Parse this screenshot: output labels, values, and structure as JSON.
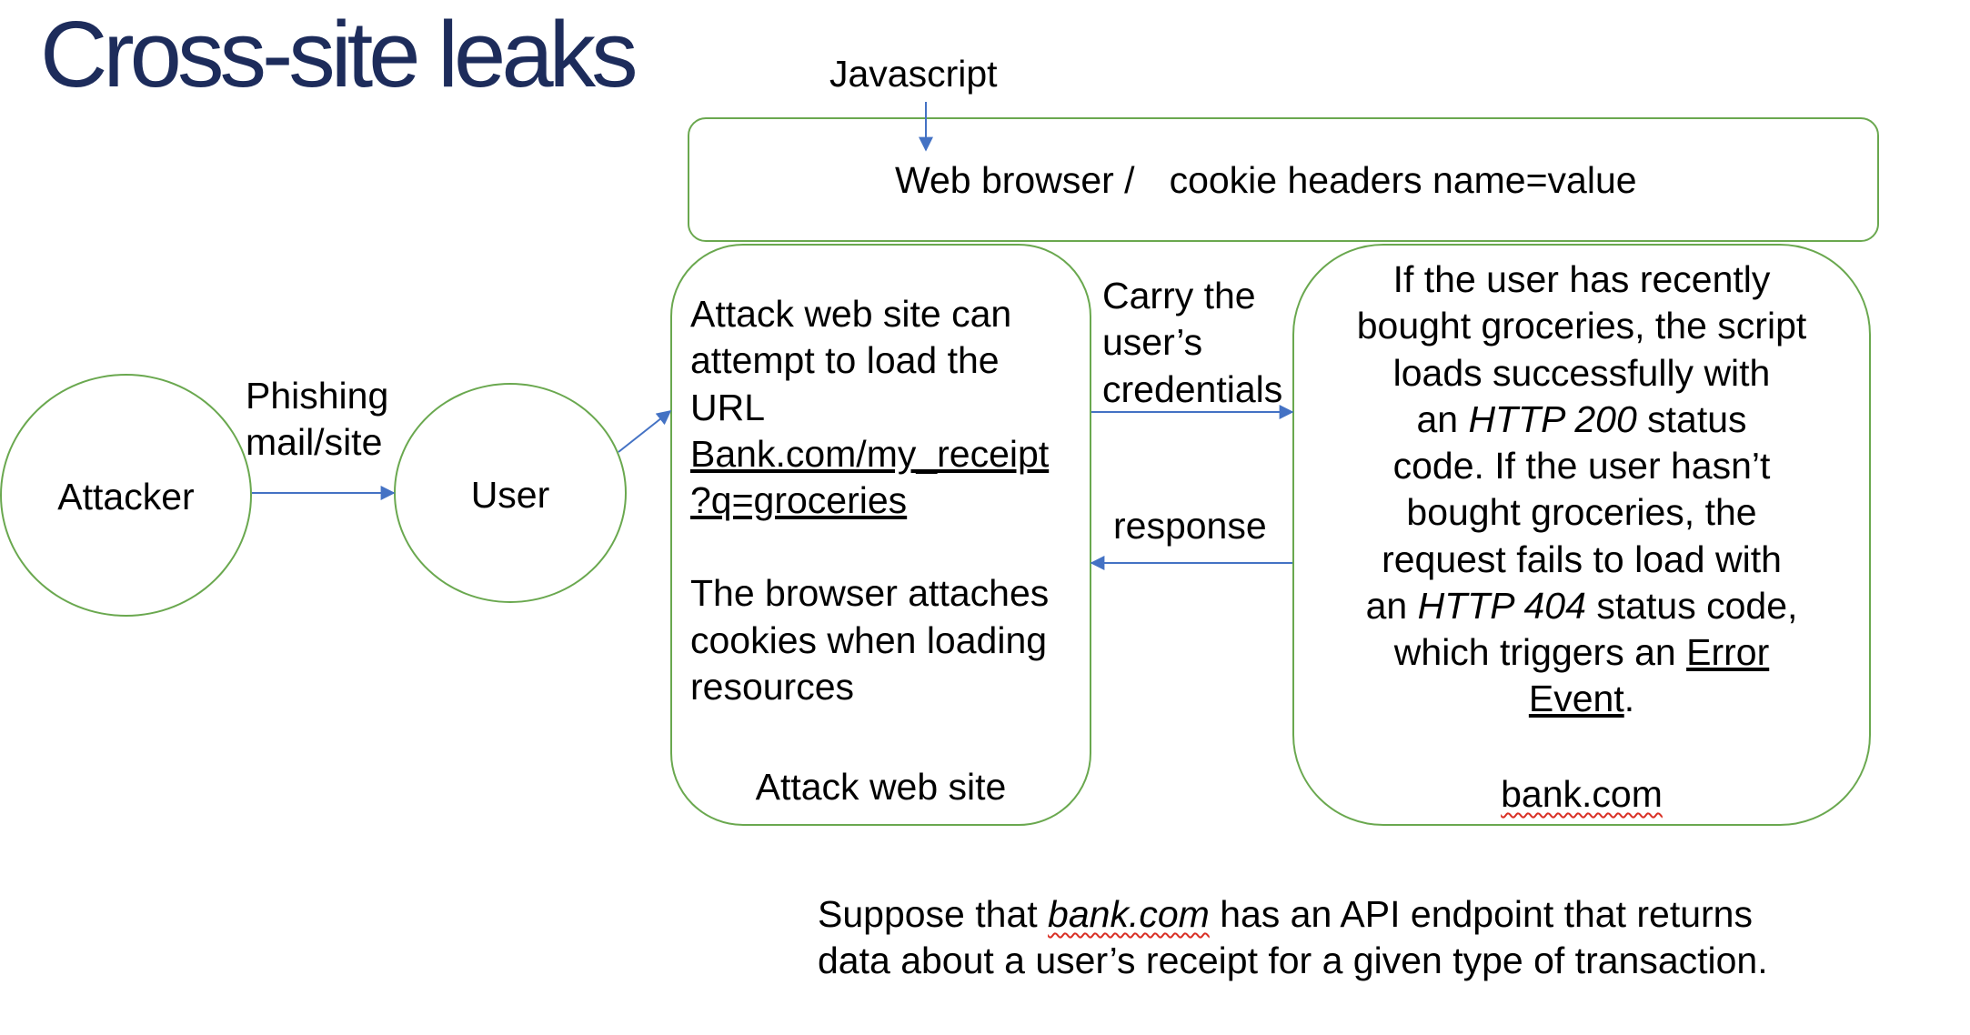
{
  "title": "Cross-site leaks",
  "nodes": {
    "attacker": "Attacker",
    "user": "User"
  },
  "edges": {
    "phishing": {
      "line1": "Phishing",
      "line2": "mail/site"
    },
    "javascript": "Javascript",
    "carry": {
      "line1": "Carry the",
      "line2": "user’s",
      "line3": "credentials"
    },
    "response": "response"
  },
  "browser": {
    "label_part1": "Web browser /",
    "label_part2": "cookie headers name=value"
  },
  "attack_site": {
    "l1": "Attack web site can",
    "l2": "attempt to load the",
    "l3": "URL",
    "url1": "Bank.com/my_receipt",
    "url2": "?q=groceries",
    "l4": "The browser attaches",
    "l5": "cookies when loading",
    "l6": "resources",
    "caption": "Attack web site"
  },
  "bank": {
    "l1": "If the user has recently",
    "l2": "bought groceries, the script",
    "l3": "loads successfully with",
    "l4_pre": "an ",
    "l4_em": "HTTP 200",
    "l4_post": " status",
    "l5": "code.  If the user hasn’t",
    "l6": "bought groceries, the",
    "l7": "request fails to load with",
    "l8_pre": "an ",
    "l8_em": "HTTP 404",
    "l8_post": " status code,",
    "l9_pre": "which triggers an ",
    "l9_link": "Error",
    "l10_link": "Event",
    "l10_post": ".",
    "caption": "bank.com"
  },
  "footnote": {
    "pre": "Suppose that ",
    "em": "bank.com",
    "post": "  has an API endpoint that returns",
    "line2": "data about a user’s receipt for a given type of transaction."
  },
  "colors": {
    "title": "#1d2c5b",
    "border": "#6aa84f",
    "arrow": "#4472c4"
  }
}
